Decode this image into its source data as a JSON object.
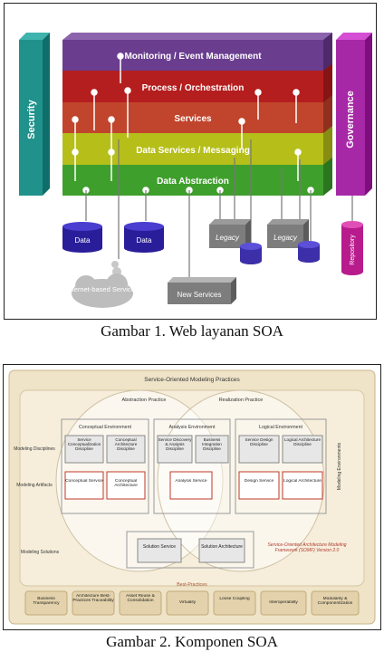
{
  "figure1": {
    "layers": [
      {
        "label": "Monitoring / Event Management",
        "color": "#6a3d8f"
      },
      {
        "label": "Process / Orchestration",
        "color": "#b51e1e"
      },
      {
        "label": "Services",
        "color": "#c0452c"
      },
      {
        "label": "Data Services / Messaging",
        "color": "#b6bf1a"
      },
      {
        "label": "Data Abstraction",
        "color": "#3f9f2c"
      }
    ],
    "left_pillar": "Security",
    "right_pillar": "Governance",
    "data_1": "Data",
    "data_2": "Data",
    "legacy_1": "Legacy",
    "legacy_2": "Legacy",
    "repository": "Repository",
    "internet_services": "Internet-based Services",
    "new_services": "New Services",
    "caption": "Gambar 1.    Web layanan SOA"
  },
  "figure2": {
    "title": "Service-Oriented Modeling Practices",
    "abstraction_practice": "Abstraction Practice",
    "realization_practice": "Realization Practice",
    "environments": [
      "Conceptual Environment",
      "Analysis Environment",
      "Logical Environment"
    ],
    "row_modeling_disciplines": "Modeling Disciplines",
    "row_modeling_artifacts": "Modeling Artifacts",
    "row_modeling_solutions": "Modeling Solutions",
    "right_label": "Modeling Environments",
    "disciplines": [
      "Service Conceptualization Discipline",
      "Conceptual Architecture Discipline",
      "Service Discovery & Analysis Discipline",
      "Business Integration Discipline",
      "Service Design Discipline",
      "Logical Architecture Discipline"
    ],
    "artifacts": [
      "Conceptual Service",
      "Conceptual Architecture",
      "Analysis Service",
      "Design Service",
      "Logical Architecture"
    ],
    "solutions": [
      "Solution Service",
      "Solution Architecture"
    ],
    "framework_note": "Service-Oriented Architecture Modeling Framework (SOMF) Version 2.0",
    "best_practices_title": "Best-Practices",
    "best_practices": [
      "Business Transparency",
      "Architecture Best-Practices Traceability",
      "Asset Reuse & Consolidation",
      "Virtuality",
      "Loose Coupling",
      "Interoperability",
      "Modularity & Componentization"
    ],
    "caption": "Gambar 2.    Komponen SOA"
  }
}
